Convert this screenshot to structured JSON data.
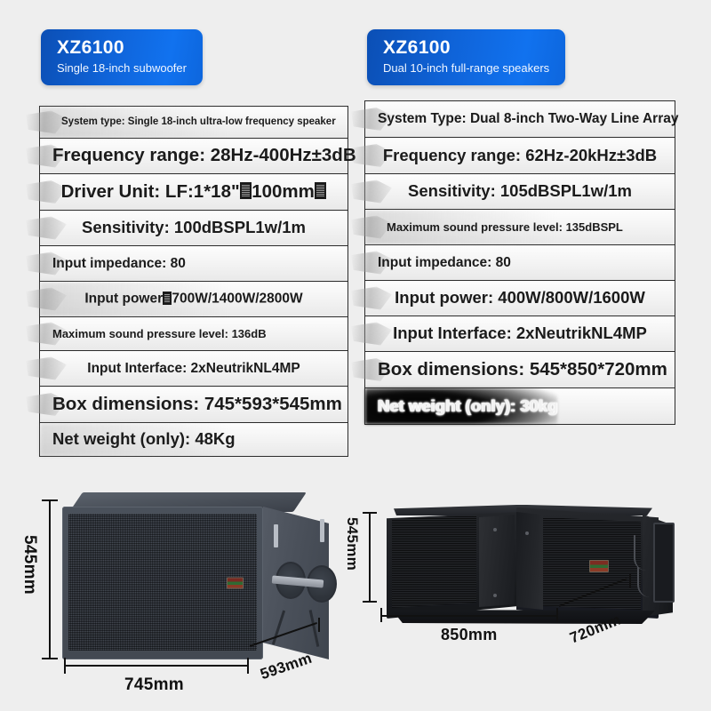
{
  "page": {
    "background_color": "#eeeeee",
    "accent_color": "#0f63d8",
    "text_color": "#1b1b1b"
  },
  "products": [
    {
      "badge": {
        "model": "XZ6100",
        "subtitle": "Single 18-inch subwoofer"
      },
      "specs": [
        {
          "text": "System type: Single 18-inch ultra-low frequency speaker",
          "size": "xs",
          "align": "indent"
        },
        {
          "text": "Frequency range: 28Hz-400Hz±3dB",
          "size": "xl",
          "align": "left"
        },
        {
          "text_before": "Driver Unit: LF:1*18\"",
          "tofu_1": true,
          "text_middle": "100mm",
          "tofu_2": true,
          "size": "xl",
          "align": "center"
        },
        {
          "text": "Sensitivity: 100dBSPL1w/1m",
          "size": "lg",
          "align": "center"
        },
        {
          "text": "Input impedance: 80",
          "size": "md",
          "align": "left"
        },
        {
          "text_before": "Input power",
          "tofu_1": true,
          "text_middle": "700W/1400W/2800W",
          "size": "md",
          "align": "center"
        },
        {
          "text": "Maximum sound pressure level: 136dB",
          "size": "sm",
          "align": "left"
        },
        {
          "text": "Input Interface: 2xNeutrikNL4MP",
          "size": "md",
          "align": "center"
        },
        {
          "text": "Box dimensions: 745*593*545mm",
          "size": "xl",
          "align": "left"
        },
        {
          "text": "Net weight (only): 48Kg",
          "size": "lg",
          "align": "left"
        }
      ],
      "photo": {
        "name": "single-18-inch-subwoofer-photo",
        "dimensions": {
          "height": "545mm",
          "width": "745mm",
          "depth": "593mm"
        }
      }
    },
    {
      "badge": {
        "model": "XZ6100",
        "subtitle": "Dual 10-inch full-range speakers"
      },
      "specs": [
        {
          "text": "System Type: Dual 8-inch Two-Way Line Array",
          "size": "md",
          "align": "left"
        },
        {
          "text": "Frequency range: 62Hz-20kHz±3dB",
          "size": "lg",
          "align": "center"
        },
        {
          "text": "Sensitivity: 105dBSPL1w/1m",
          "size": "lg",
          "align": "center"
        },
        {
          "text": "Maximum sound pressure level: 135dBSPL",
          "size": "sm",
          "align": "indent"
        },
        {
          "text": "Input impedance: 80",
          "size": "md",
          "align": "left"
        },
        {
          "text": "Input power: 400W/800W/1600W",
          "size": "lg",
          "align": "center"
        },
        {
          "text": "Input Interface: 2xNeutrikNL4MP",
          "size": "lg",
          "align": "center"
        },
        {
          "text": "Box dimensions: 545*850*720mm",
          "size": "xl",
          "align": "left"
        },
        {
          "text": "Net weight (only): 30kg",
          "size": "lg",
          "align": "left",
          "inverted": true
        }
      ],
      "photo": {
        "name": "dual-line-array-speaker-photo",
        "dimensions": {
          "height": "545mm",
          "width": "850mm",
          "depth": "720mm"
        }
      }
    }
  ]
}
